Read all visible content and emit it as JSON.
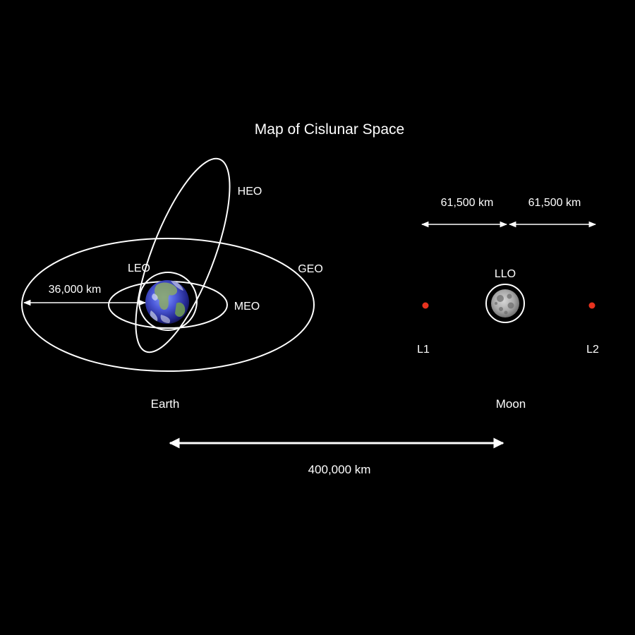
{
  "title": "Map of Cislunar Space",
  "earth": {
    "label": "Earth"
  },
  "moon": {
    "label": "Moon"
  },
  "orbits": {
    "heo": "HEO",
    "geo": "GEO",
    "leo": "LEO",
    "meo": "MEO",
    "llo": "LLO"
  },
  "lagrange": {
    "l1": "L1",
    "l2": "L2"
  },
  "distances": {
    "geo_radius": "36,000 km",
    "earth_moon": "400,000 km",
    "moon_to_l1": "61,500 km",
    "moon_to_l2": "61,500 km"
  },
  "colors": {
    "background": "#000000",
    "foreground": "#ffffff",
    "lagrange_point": "#e8321e"
  }
}
